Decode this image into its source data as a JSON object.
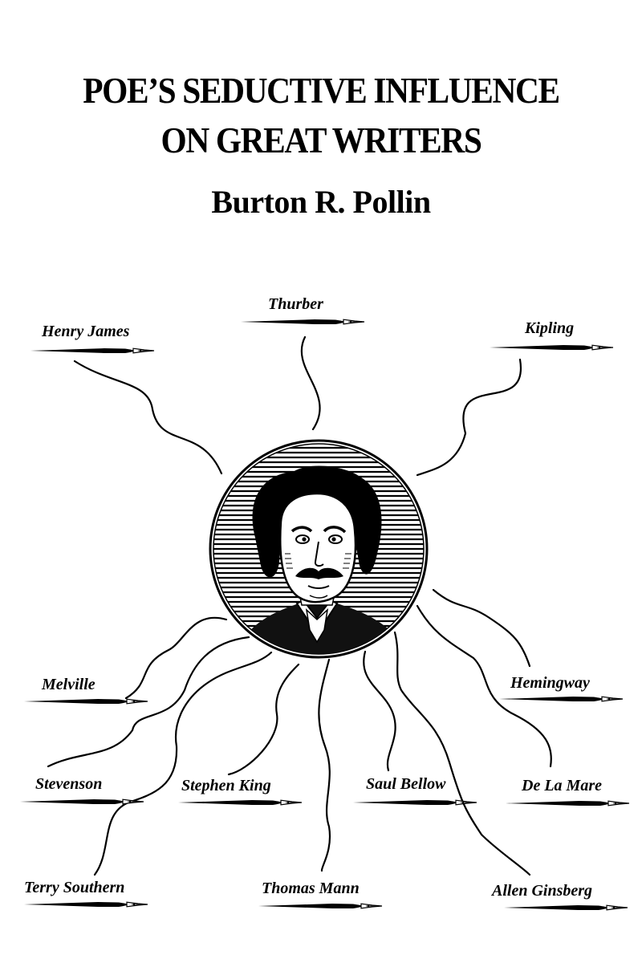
{
  "cover": {
    "title_line1": "POE’S SEDUCTIVE INFLUENCE",
    "title_line2": "ON GREAT WRITERS",
    "author": "Burton R. Pollin"
  },
  "writers": [
    {
      "id": "thurber",
      "name": "Thurber"
    },
    {
      "id": "henry-james",
      "name": "Henry James"
    },
    {
      "id": "kipling",
      "name": "Kipling"
    },
    {
      "id": "melville",
      "name": "Melville"
    },
    {
      "id": "hemingway",
      "name": "Hemingway"
    },
    {
      "id": "stevenson",
      "name": "Stevenson"
    },
    {
      "id": "stephen-king",
      "name": "Stephen King"
    },
    {
      "id": "saul-bellow",
      "name": "Saul Bellow"
    },
    {
      "id": "de-la-mare",
      "name": "De La Mare"
    },
    {
      "id": "terry-southern",
      "name": "Terry Southern"
    },
    {
      "id": "thomas-mann",
      "name": "Thomas Mann"
    },
    {
      "id": "allen-ginsberg",
      "name": "Allen Ginsberg"
    }
  ],
  "colors": {
    "ink": "#000000",
    "paper": "#ffffff"
  },
  "icons": {
    "pen": "fountain-pen-icon",
    "portrait": "poe-portrait-illustration"
  }
}
